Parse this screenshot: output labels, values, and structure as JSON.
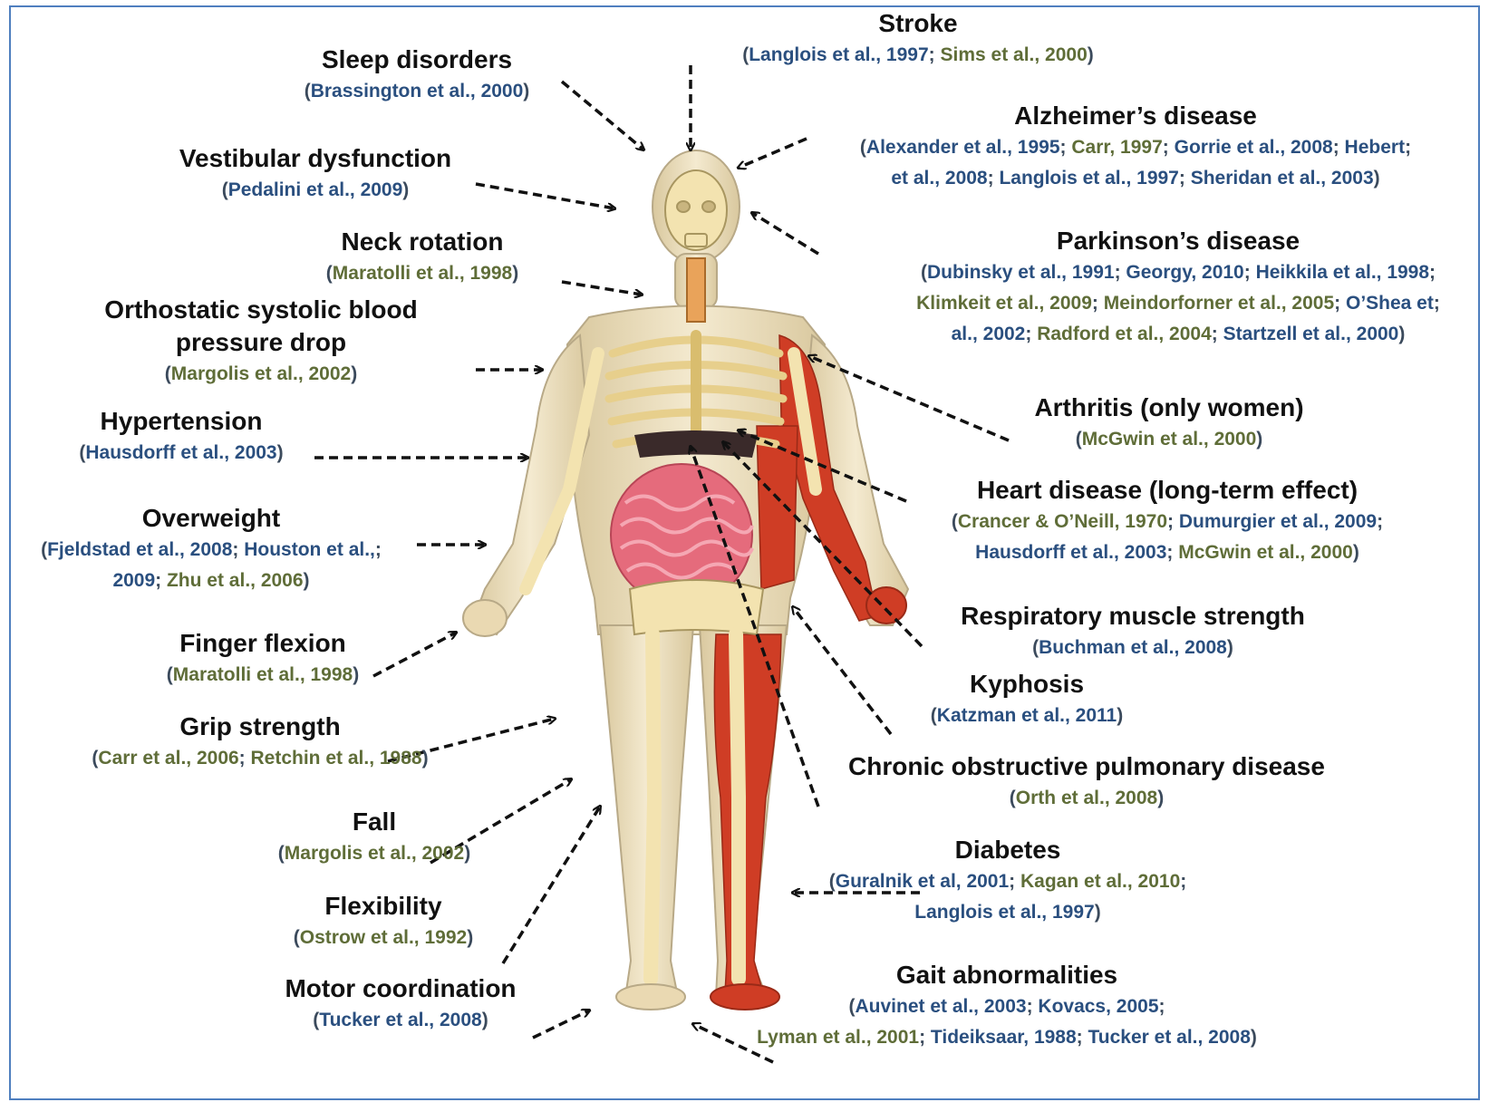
{
  "colors": {
    "frame": "#4f7fbf",
    "title_text": "#111111",
    "citation_blue": "#2a4f7f",
    "citation_green": "#5f6d38",
    "arrow": "#111111",
    "skin": "#ead9b2",
    "bone": "#f3e3b0",
    "muscle": "#cf3d25",
    "intestine": "#e56b7c"
  },
  "labels": [
    {
      "id": "stroke",
      "title": [
        "Stroke"
      ],
      "citations": [
        [
          {
            "text": "Langlois et al., 1997",
            "color": "blue"
          },
          {
            "text": "Sims et al., 2000",
            "color": "green"
          }
        ]
      ]
    },
    {
      "id": "sleep",
      "title": [
        "Sleep disorders"
      ],
      "citations": [
        [
          {
            "text": "Brassington et al., 2000",
            "color": "blue"
          }
        ]
      ]
    },
    {
      "id": "alzheimer",
      "title": [
        "Alzheimer’s disease"
      ],
      "citations": [
        [
          {
            "text": "Alexander et al., 1995",
            "color": "blue"
          },
          {
            "text": "Carr, 1997",
            "color": "green"
          },
          {
            "text": "Gorrie et al., 2008",
            "color": "blue"
          },
          {
            "text": "Hebert",
            "color": "blue"
          }
        ],
        [
          {
            "text": "et al., 2008",
            "color": "blue"
          },
          {
            "text": "Langlois et al., 1997",
            "color": "blue"
          },
          {
            "text": "Sheridan et al., 2003",
            "color": "blue"
          }
        ]
      ]
    },
    {
      "id": "vestibular",
      "title": [
        "Vestibular dysfunction"
      ],
      "citations": [
        [
          {
            "text": "Pedalini et al., 2009",
            "color": "blue"
          }
        ]
      ]
    },
    {
      "id": "neck",
      "title": [
        "Neck rotation"
      ],
      "citations": [
        [
          {
            "text": "Maratolli et al., 1998",
            "color": "green"
          }
        ]
      ]
    },
    {
      "id": "parkinson",
      "title": [
        "Parkinson’s disease"
      ],
      "citations": [
        [
          {
            "text": "Dubinsky et al., 1991",
            "color": "blue"
          },
          {
            "text": "Georgy, 2010",
            "color": "blue"
          },
          {
            "text": "Heikkila et al., 1998",
            "color": "blue"
          }
        ],
        [
          {
            "text": "Klimkeit et al., 2009",
            "color": "green"
          },
          {
            "text": "Meindorforner et al., 2005",
            "color": "green"
          },
          {
            "text": "O’Shea et",
            "color": "blue"
          }
        ],
        [
          {
            "text": "al., 2002",
            "color": "blue"
          },
          {
            "text": "Radford et al., 2004",
            "color": "green"
          },
          {
            "text": "Startzell et al., 2000",
            "color": "blue"
          }
        ]
      ]
    },
    {
      "id": "orthostatic",
      "title": [
        "Orthostatic systolic blood",
        "pressure drop"
      ],
      "citations": [
        [
          {
            "text": "Margolis et al., 2002",
            "color": "green"
          }
        ]
      ]
    },
    {
      "id": "arthritis",
      "title": [
        "Arthritis (only women)"
      ],
      "citations": [
        [
          {
            "text": "McGwin et al., 2000",
            "color": "green"
          }
        ]
      ]
    },
    {
      "id": "hypertension",
      "title": [
        "Hypertension"
      ],
      "citations": [
        [
          {
            "text": "Hausdorff et al., 2003",
            "color": "blue"
          }
        ]
      ]
    },
    {
      "id": "heart",
      "title": [
        "Heart disease  (long-term effect)"
      ],
      "citations": [
        [
          {
            "text": "Crancer & O’Neill, 1970",
            "color": "green"
          },
          {
            "text": "Dumurgier et al., 2009",
            "color": "blue"
          }
        ],
        [
          {
            "text": "Hausdorff et al., 2003",
            "color": "blue"
          },
          {
            "text": "McGwin et al., 2000",
            "color": "green"
          }
        ]
      ]
    },
    {
      "id": "overweight",
      "title": [
        "Overweight"
      ],
      "citations": [
        [
          {
            "text": "Fjeldstad et al., 2008",
            "color": "blue"
          },
          {
            "text": "Houston et al.,",
            "color": "blue"
          }
        ],
        [
          {
            "text": "2009",
            "color": "blue"
          },
          {
            "text": "Zhu et al., 2006",
            "color": "green"
          }
        ]
      ]
    },
    {
      "id": "respiratory",
      "title": [
        "Respiratory muscle strength"
      ],
      "citations": [
        [
          {
            "text": "Buchman et al., 2008",
            "color": "blue"
          }
        ]
      ]
    },
    {
      "id": "finger",
      "title": [
        "Finger flexion"
      ],
      "citations": [
        [
          {
            "text": "Maratolli et al., 1998",
            "color": "green"
          }
        ]
      ]
    },
    {
      "id": "kyphosis",
      "title": [
        "Kyphosis"
      ],
      "citations": [
        [
          {
            "text": "Katzman et al., 2011",
            "color": "blue"
          }
        ]
      ]
    },
    {
      "id": "grip",
      "title": [
        "Grip strength"
      ],
      "citations": [
        [
          {
            "text": "Carr et al., 2006",
            "color": "green"
          },
          {
            "text": "Retchin et al., 1988",
            "color": "green"
          }
        ]
      ]
    },
    {
      "id": "copd",
      "title": [
        "Chronic obstructive pulmonary disease"
      ],
      "citations": [
        [
          {
            "text": "Orth et al., 2008",
            "color": "green"
          }
        ]
      ]
    },
    {
      "id": "fall",
      "title": [
        "Fall"
      ],
      "citations": [
        [
          {
            "text": "Margolis et al., 2002",
            "color": "green"
          }
        ]
      ]
    },
    {
      "id": "diabetes",
      "title": [
        "Diabetes"
      ],
      "citations": [
        [
          {
            "text": "Guralnik et al, 2001",
            "color": "blue"
          },
          {
            "text": "Kagan et al., 2010",
            "color": "green"
          }
        ],
        [
          {
            "text": "Langlois et al., 1997",
            "color": "blue"
          }
        ]
      ]
    },
    {
      "id": "flexibility",
      "title": [
        "Flexibility"
      ],
      "citations": [
        [
          {
            "text": "Ostrow et al., 1992",
            "color": "green"
          }
        ]
      ]
    },
    {
      "id": "motor",
      "title": [
        "Motor coordination"
      ],
      "citations": [
        [
          {
            "text": "Tucker et al., 2008",
            "color": "blue"
          }
        ]
      ]
    },
    {
      "id": "gait",
      "title": [
        "Gait abnormalities"
      ],
      "citations": [
        [
          {
            "text": "Auvinet et al., 2003",
            "color": "blue"
          },
          {
            "text": "Kovacs, 2005",
            "color": "blue"
          }
        ],
        [
          {
            "text": "Lyman et al., 2001",
            "color": "green"
          },
          {
            "text": "Tideiksaar, 1988",
            "color": "blue"
          },
          {
            "text": "Tucker et al., 2008",
            "color": "blue"
          }
        ]
      ]
    }
  ]
}
